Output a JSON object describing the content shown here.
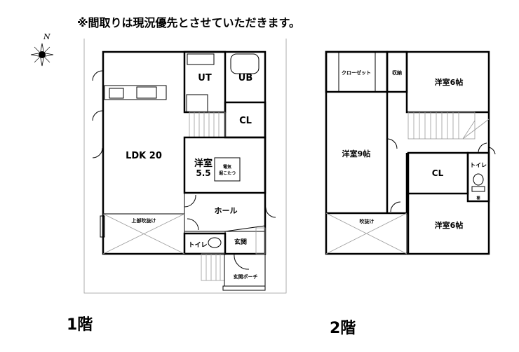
{
  "notice": "※間取りは現況優先とさせていただきます。",
  "compass": "N",
  "floor1": {
    "label": "1階",
    "rooms": {
      "ut": "UT",
      "ub": "UB",
      "cl": "CL",
      "ldk": "LDK 20",
      "yoshitsu": "洋室",
      "yoshitsu_size": "5.5",
      "kotatsu_1": "電気",
      "kotatsu_2": "堀こたつ",
      "hall": "ホール",
      "toilet": "トイレ",
      "genkan": "玄関",
      "porch": "玄関ポーチ",
      "fukinuke": "上部吹抜け"
    }
  },
  "floor2": {
    "label": "2階",
    "rooms": {
      "closet": "クローゼット",
      "storage": "収納",
      "room6_top": "洋室6帖",
      "room9": "洋室9帖",
      "cl": "CL",
      "toilet": "トイレ",
      "shelf": "棚",
      "fukinuke": "吹抜け",
      "room6_bottom": "洋室6帖"
    }
  }
}
